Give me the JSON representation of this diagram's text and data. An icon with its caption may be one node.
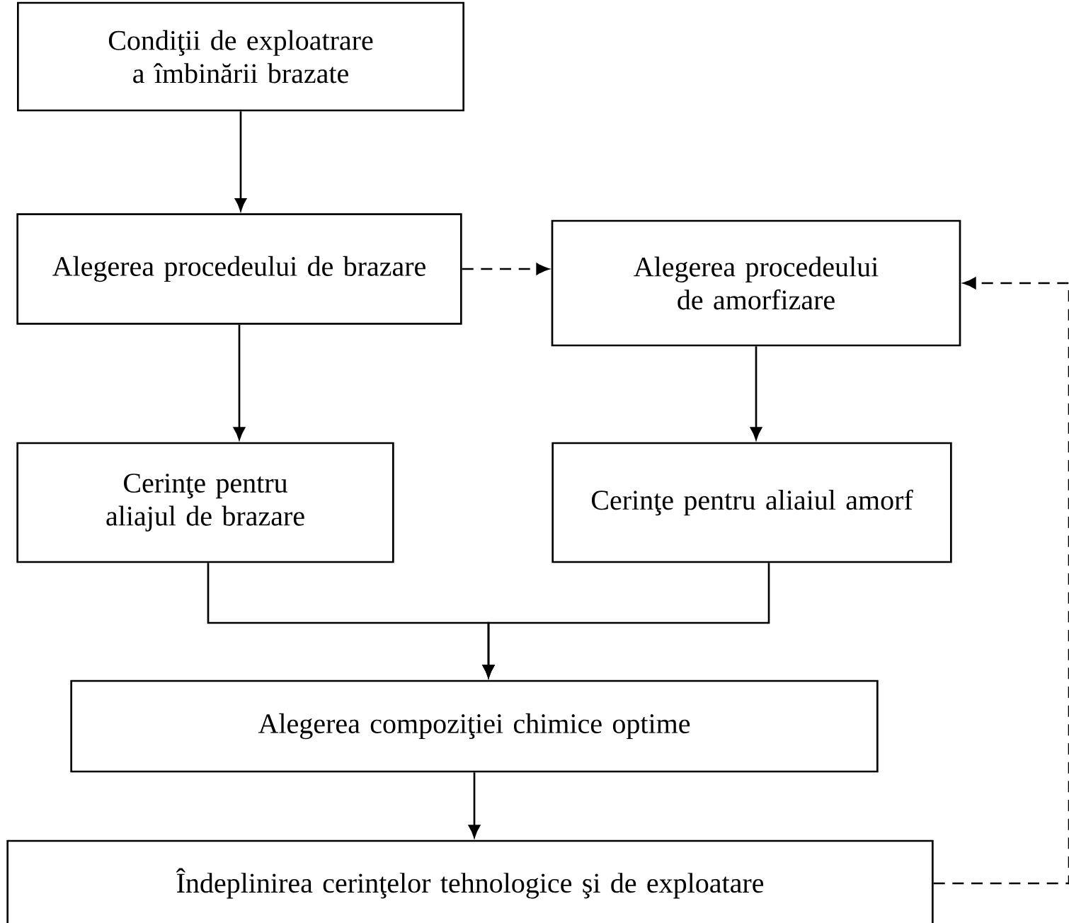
{
  "diagram": {
    "nodes": [
      {
        "text": [
          "Condiţii de exploatrare a îmbinării brazate"
        ]
      },
      {
        "text": [
          "Alegerea procedeului de brazare"
        ]
      },
      {
        "text": [
          "Alegerea procedeului de amorfizare"
        ]
      },
      {
        "text": [
          "Cerinţe pentru aliajul de brazare"
        ]
      },
      {
        "text": [
          "Cerinţe pentru aliaiul amorf"
        ]
      },
      {
        "text": [
          "Alegerea compoziţiei chimice optime"
        ]
      },
      {
        "text": [
          "Îndeplinirea cerinţelor tehnologice şi de exploatare"
        ]
      }
    ],
    "edges": [
      {
        "from": 0,
        "to": 1,
        "arrow": "to"
      },
      {
        "from": 1,
        "to": 2,
        "arrow": "to",
        "style": "dashed"
      },
      {
        "from": 1,
        "to": 3,
        "arrow": "to"
      },
      {
        "from": 2,
        "to": 4,
        "arrow": "to"
      },
      {
        "from": 3,
        "to": 5,
        "arrow": "to"
      },
      {
        "from": 4,
        "to": 5,
        "arrow": "to"
      },
      {
        "from": 5,
        "to": 6,
        "arrow": "to"
      },
      {
        "from": 6,
        "to": 2,
        "arrow": "to",
        "style": "dashed"
      }
    ]
  }
}
